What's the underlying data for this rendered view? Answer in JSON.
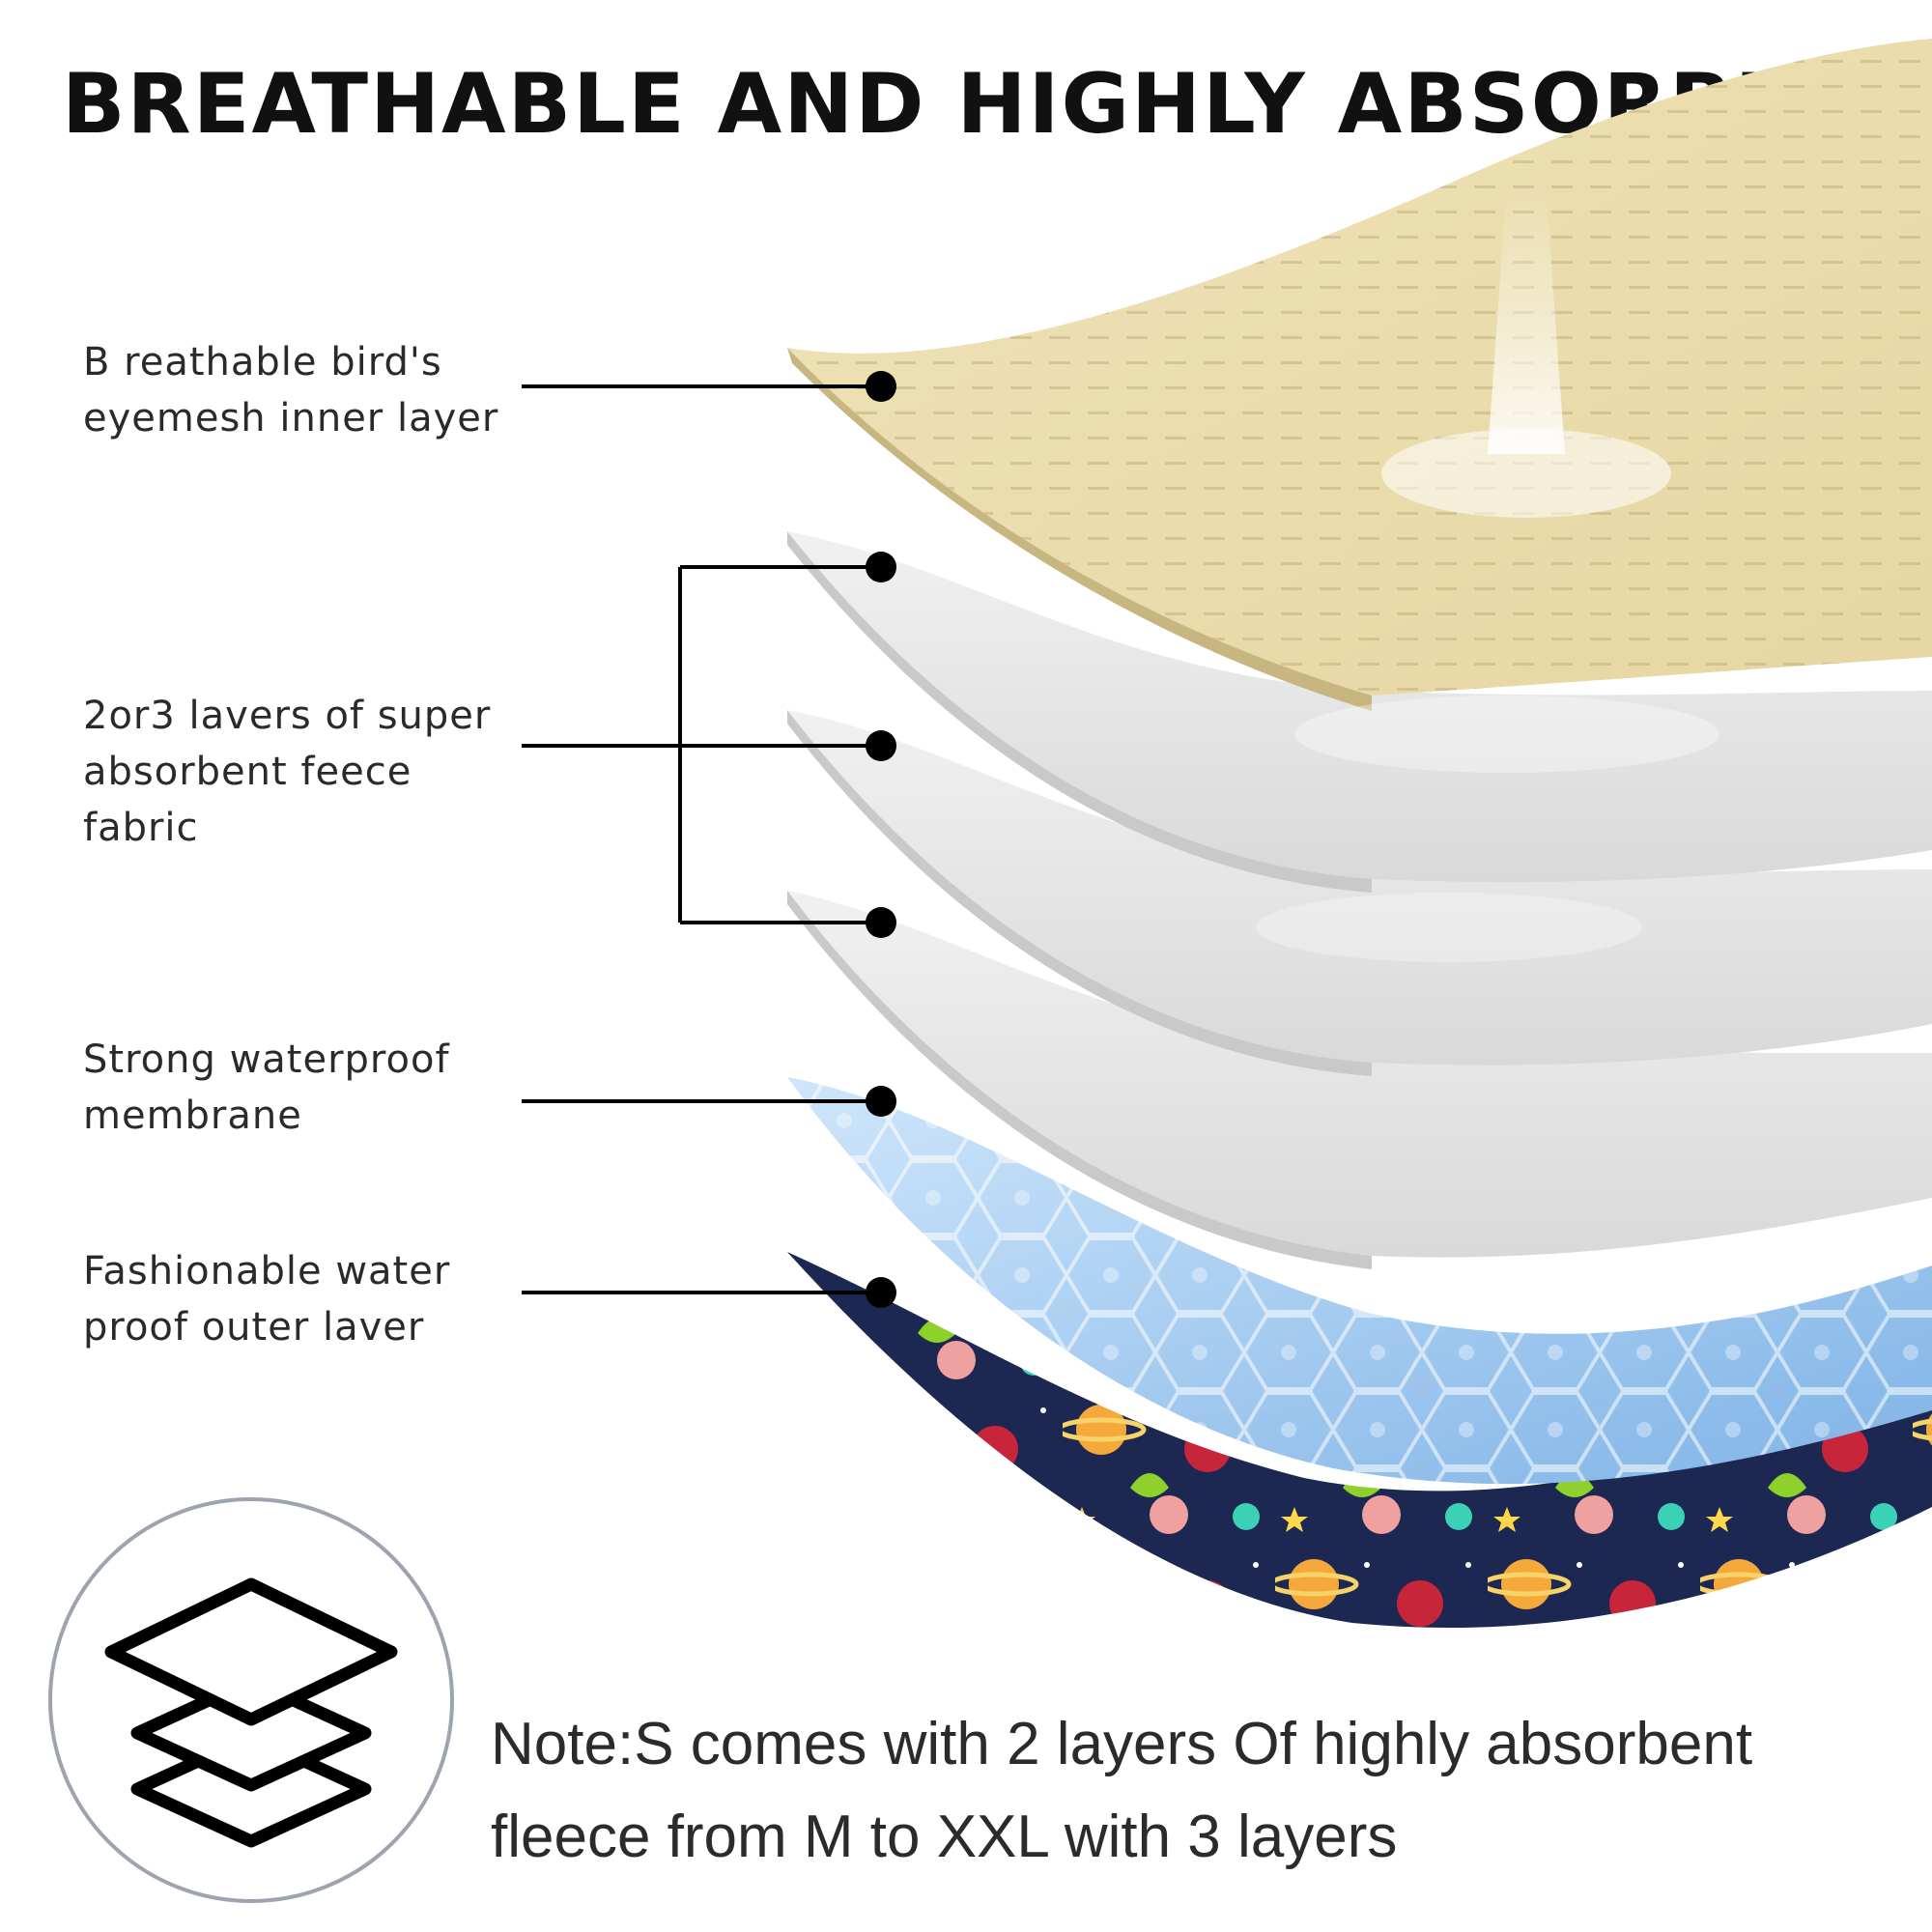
{
  "title": "BREATHABLE AND HIGHLY ABSORBENT",
  "labels": {
    "mesh": [
      "B reathable bird's",
      "eyemesh inner layer"
    ],
    "fleece": [
      "2or3 lavers of super",
      "absorbent feece",
      "fabric"
    ],
    "membrane": [
      "Strong waterproof",
      "membrane"
    ],
    "outer": [
      "Fashionable water",
      "proof outer laver"
    ]
  },
  "note": [
    "Note:S comes with 2 layers Of highly absorbent",
    "fleece from M to XXL with 3 layers"
  ],
  "icons": {
    "badge": "stacked-layers-icon"
  },
  "colors": {
    "mesh": "#e9dcae",
    "fleece": "#e4e4e4",
    "membrane": "#8fc3ee",
    "outer": "#1c2752",
    "leader": "#000000"
  }
}
